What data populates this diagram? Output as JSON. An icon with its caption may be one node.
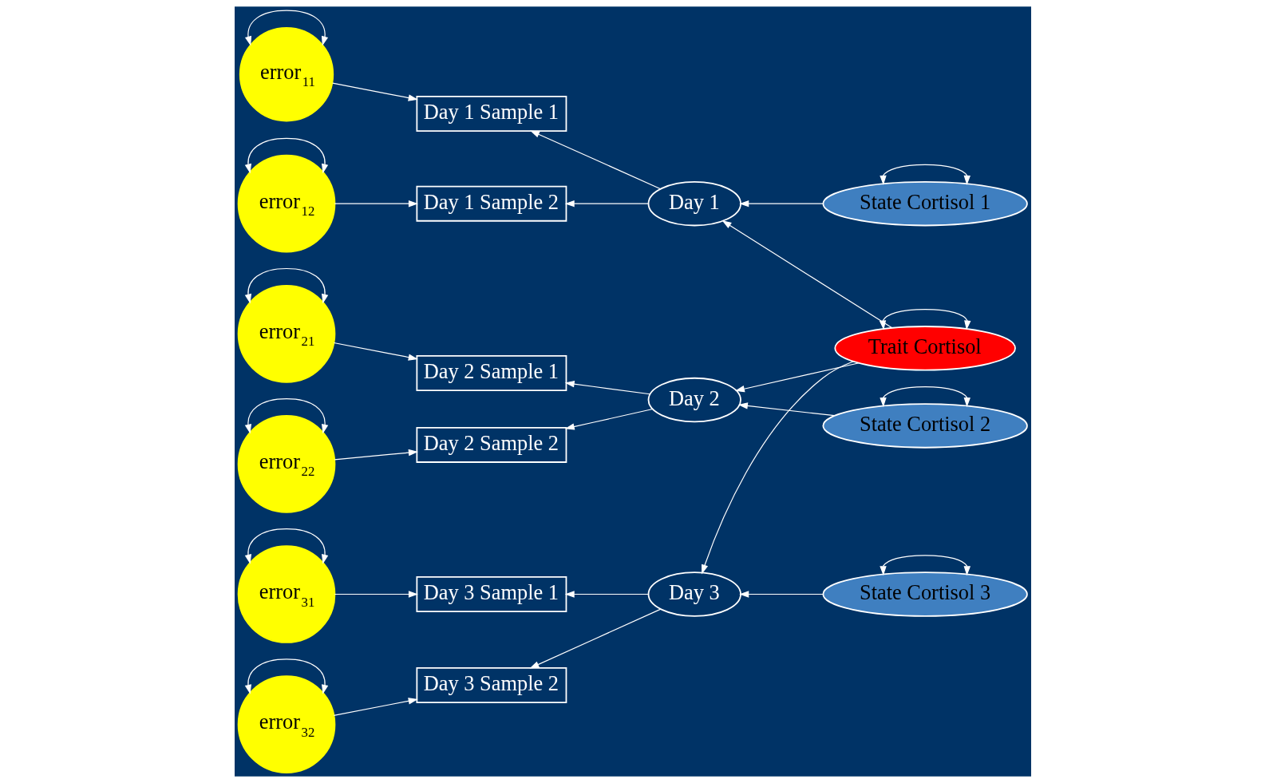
{
  "diagram": {
    "nodes": [
      {
        "text": [
          "error$_{11}$"
        ]
      },
      {
        "text": [
          "error$_{12}$"
        ]
      },
      {
        "text": [
          "error$_{21}$"
        ]
      },
      {
        "text": [
          "error$_{22}$"
        ]
      },
      {
        "text": [
          "error$_{31}$"
        ]
      },
      {
        "text": [
          "error$_{32}$"
        ]
      },
      {
        "text": [
          "Day 1 Sample 1"
        ]
      },
      {
        "text": [
          "Day 1 Sample 2"
        ]
      },
      {
        "text": [
          "Day 2 Sample 1"
        ]
      },
      {
        "text": [
          "Day 2 Sample 2"
        ]
      },
      {
        "text": [
          "Day 3 Sample 1"
        ]
      },
      {
        "text": [
          "Day 3 Sample 2"
        ]
      },
      {
        "text": [
          "Day 1"
        ]
      },
      {
        "text": [
          "Day 2"
        ]
      },
      {
        "text": [
          "Day 3"
        ]
      },
      {
        "text": [
          "State Cortisol 1"
        ]
      },
      {
        "text": [
          "State Cortisol 2"
        ]
      },
      {
        "text": [
          "State Cortisol 3"
        ]
      },
      {
        "text": [
          "Trait Cortisol"
        ]
      }
    ],
    "edges": [
      {
        "from": 0,
        "to": 0,
        "arrow": "both"
      },
      {
        "from": 1,
        "to": 1,
        "arrow": "both"
      },
      {
        "from": 2,
        "to": 2,
        "arrow": "both"
      },
      {
        "from": 3,
        "to": 3,
        "arrow": "both"
      },
      {
        "from": 4,
        "to": 4,
        "arrow": "both"
      },
      {
        "from": 5,
        "to": 5,
        "arrow": "both"
      },
      {
        "from": 0,
        "to": 6,
        "arrow": "to"
      },
      {
        "from": 1,
        "to": 7,
        "arrow": "to"
      },
      {
        "from": 2,
        "to": 8,
        "arrow": "to"
      },
      {
        "from": 3,
        "to": 9,
        "arrow": "to"
      },
      {
        "from": 4,
        "to": 10,
        "arrow": "to"
      },
      {
        "from": 5,
        "to": 11,
        "arrow": "to"
      },
      {
        "from": 12,
        "to": 6,
        "arrow": "to"
      },
      {
        "from": 12,
        "to": 7,
        "arrow": "to"
      },
      {
        "from": 13,
        "to": 8,
        "arrow": "to"
      },
      {
        "from": 13,
        "to": 9,
        "arrow": "to"
      },
      {
        "from": 14,
        "to": 10,
        "arrow": "to"
      },
      {
        "from": 14,
        "to": 11,
        "arrow": "to"
      },
      {
        "from": 15,
        "to": 15,
        "arrow": "both"
      },
      {
        "from": 16,
        "to": 16,
        "arrow": "both"
      },
      {
        "from": 17,
        "to": 17,
        "arrow": "both"
      },
      {
        "from": 15,
        "to": 12,
        "arrow": "to"
      },
      {
        "from": 16,
        "to": 13,
        "arrow": "to"
      },
      {
        "from": 17,
        "to": 14,
        "arrow": "to"
      },
      {
        "from": 18,
        "to": 18,
        "arrow": "both"
      },
      {
        "from": 18,
        "to": 12,
        "arrow": "to"
      },
      {
        "from": 18,
        "to": 13,
        "arrow": "to"
      },
      {
        "from": 18,
        "to": 14,
        "arrow": "to"
      }
    ]
  }
}
